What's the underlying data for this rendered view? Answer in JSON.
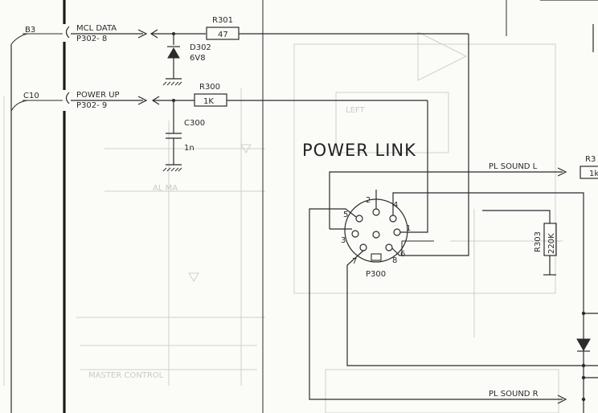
{
  "diagram": {
    "title": "POWER LINK",
    "connector": {
      "ref": "P300",
      "pins": [
        "1",
        "2",
        "3",
        "4",
        "5",
        "6",
        "7",
        "8"
      ]
    },
    "inputs": [
      {
        "grid": "B3",
        "name": "MCL DATA",
        "pin": "P302- 8"
      },
      {
        "grid": "C10",
        "name": "POWER UP",
        "pin": "P302- 9"
      }
    ],
    "components": {
      "r301": {
        "ref": "R301",
        "value": "47"
      },
      "d302": {
        "ref": "D302",
        "value": "6V8"
      },
      "r300": {
        "ref": "R300",
        "value": "1K"
      },
      "c300": {
        "ref": "C300",
        "value": "1n"
      },
      "r303": {
        "ref": "R303",
        "value": "220K"
      }
    },
    "outputs": {
      "sound_l": "PL SOUND L",
      "sound_r": "PL SOUND R"
    },
    "edge_labels": {
      "r3_partial": "R3",
      "one_k_partial": "1k"
    }
  }
}
